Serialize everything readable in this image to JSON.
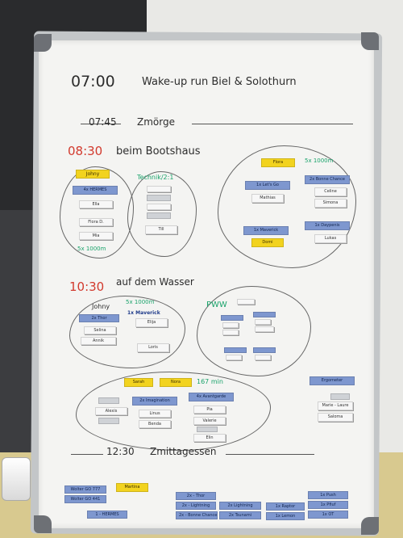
{
  "board": {
    "title_time": "07:00",
    "title_text": "Wake-up run Biel & Solothurn",
    "breakfast_time": "07:45",
    "breakfast_text": "Zmörge",
    "section1_time": "08:30",
    "section1_text": "beim Bootshaus",
    "section2_time": "10:30",
    "section2_text": "auf dem Wasser",
    "lunch_time": "12:30",
    "lunch_text": "Zmittagessen",
    "technik_label": "Technik/2:1",
    "group1_note": "5x 1000m",
    "group2_note": "5x 1000m",
    "group3_note": "5x 1000m",
    "pww_label": "PWW",
    "group4_note": "167 min"
  },
  "cards": {
    "johny": "Johny",
    "hermes": "4x HERMES",
    "ella": "Ella",
    "flora_d": "Flora D.",
    "mia": "Mia",
    "till": "Till",
    "flora": "Flora",
    "lets_go": "1x Let's Go",
    "mathias": "Mathias",
    "bonne_chance": "2x Bonne Chance",
    "celine": "Celine",
    "simona": "Simona",
    "maverick1": "1x Maverick",
    "domi": "Domi",
    "daypenis": "1x Daypenis",
    "lukas": "Lukas",
    "johny2": "Johny",
    "thor": "2x Thor",
    "selina": "Selina",
    "annik": "Annik",
    "maverick2": "1x Maverick",
    "elija": "Elija",
    "loris": "Loris",
    "sarah": "Sarah",
    "nora": "Nora",
    "imagination": "2x Imagination",
    "avantgarde": "4x Avantgarde",
    "alexis": "Alexis",
    "linus": "Linus",
    "benda": "Benda",
    "pia": "Pia",
    "valerie": "Valerie",
    "elin": "Elin",
    "ergometer": "Ergometer",
    "marie_laure": "Marie - Laure",
    "saloma": "Saloma",
    "martina": "Martina",
    "wolter1": "Wolter GO 777",
    "wolter2": "Wolter GO 441",
    "hermes_bottom": "1 - HERMES",
    "thor_bottom": "2x - Thor",
    "lightning1": "2x - Lightning",
    "bonne_bottom": "2x - Bonne Chance",
    "lightning2": "2x Lightning",
    "tsunami": "2x Tsunami",
    "raptor": "1x Raptor",
    "lemon": "1x Lemon",
    "push": "1x Push",
    "pfiuf": "1x Pfiuf",
    "ot": "1x OT"
  }
}
